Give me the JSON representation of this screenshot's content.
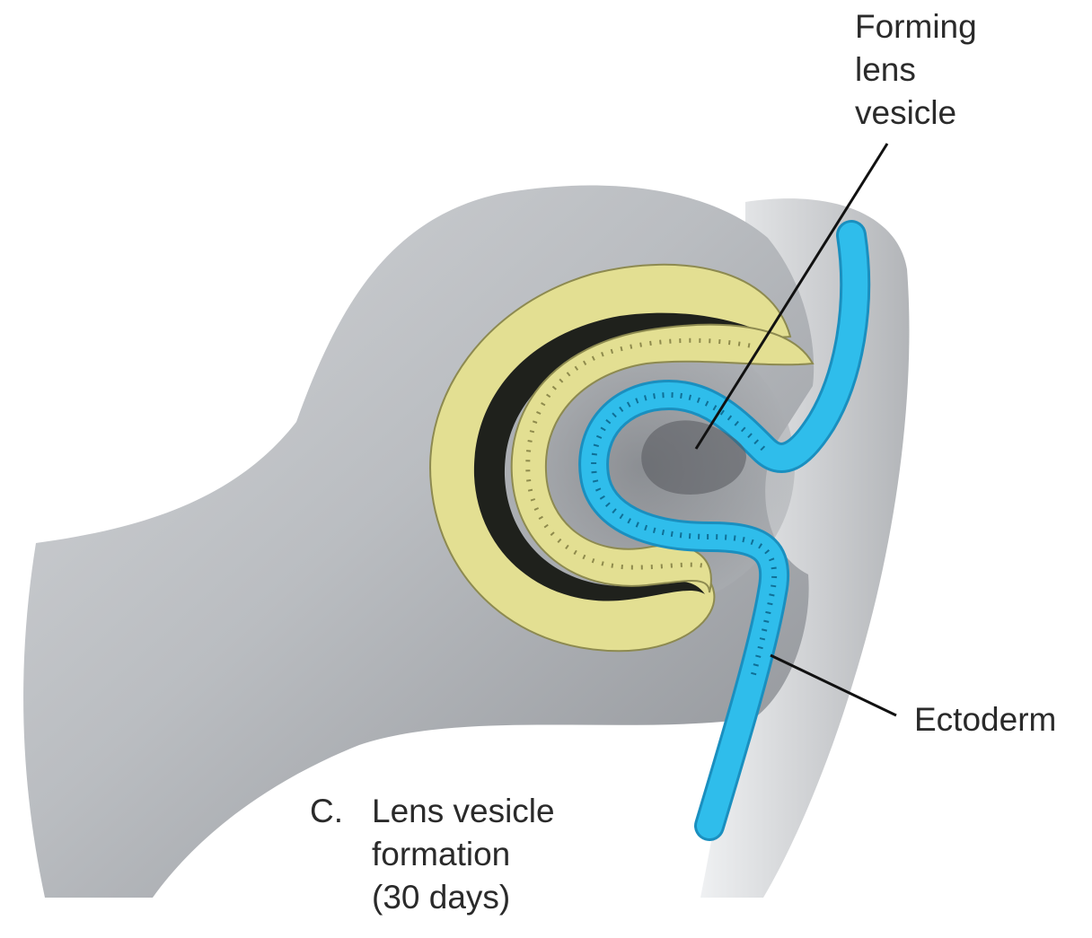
{
  "labels": {
    "forming_lens_vesicle": [
      "Forming",
      "lens",
      "vesicle"
    ],
    "ectoderm": "Ectoderm"
  },
  "caption": {
    "letter": "C.",
    "lines": [
      "Lens vesicle",
      "formation",
      "(30 days)"
    ]
  },
  "colors": {
    "tissue_gray": "#b9bcc0",
    "optic_cup_yellow": "#e3df92",
    "ectoderm_blue": "#29b8e6",
    "cavity_dark": "#1f211c",
    "leader_line": "#111111"
  }
}
